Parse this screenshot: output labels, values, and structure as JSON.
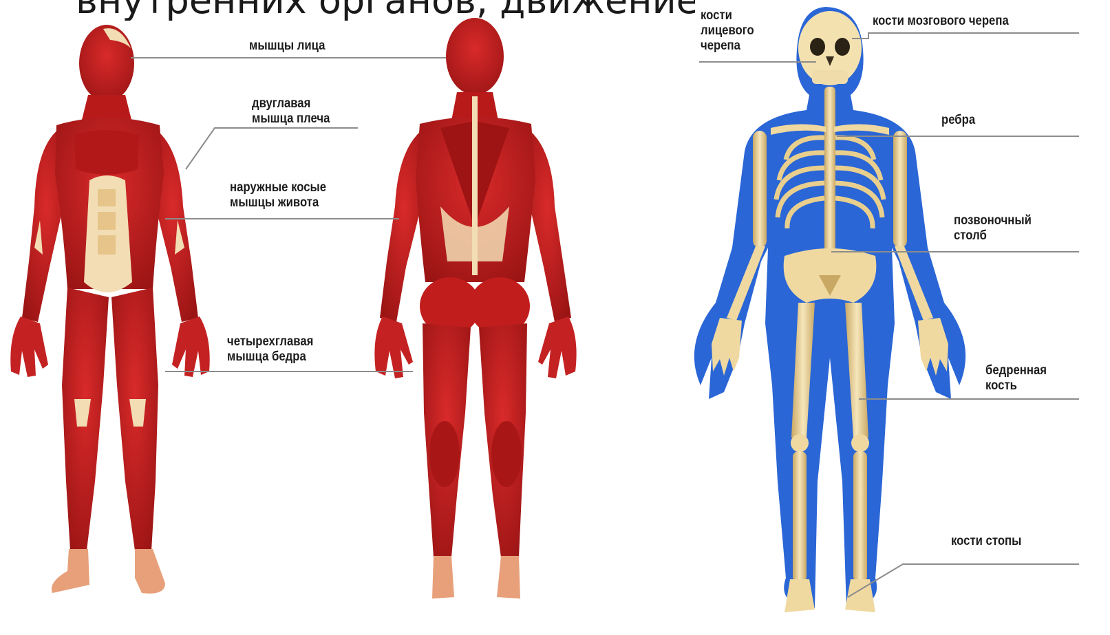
{
  "heading": {
    "text": "внутренних органов, движение"
  },
  "muscle_labels": {
    "face": "мышцы лица",
    "biceps": "двуглавая\nмышца плеча",
    "oblique": "наружные косые\nмышцы живота",
    "quadriceps": "четырехглавая\nмышца бедра"
  },
  "skeleton_labels": {
    "facial_skull": "кости\nлицевого\nчерепа",
    "cranial_skull": "кости мозгового черепа",
    "ribs": "ребра",
    "spine": "позвоночный\nстолб",
    "femur": "бедренная\nкость",
    "foot_bones": "кости стопы"
  },
  "colors": {
    "muscle": "#c41e1e",
    "muscle_dark": "#8e1010",
    "tendon": "#f2ddb4",
    "bone": "#efd9a0",
    "bone_shadow": "#b89a5a",
    "body_outline": "#2a66d6"
  }
}
